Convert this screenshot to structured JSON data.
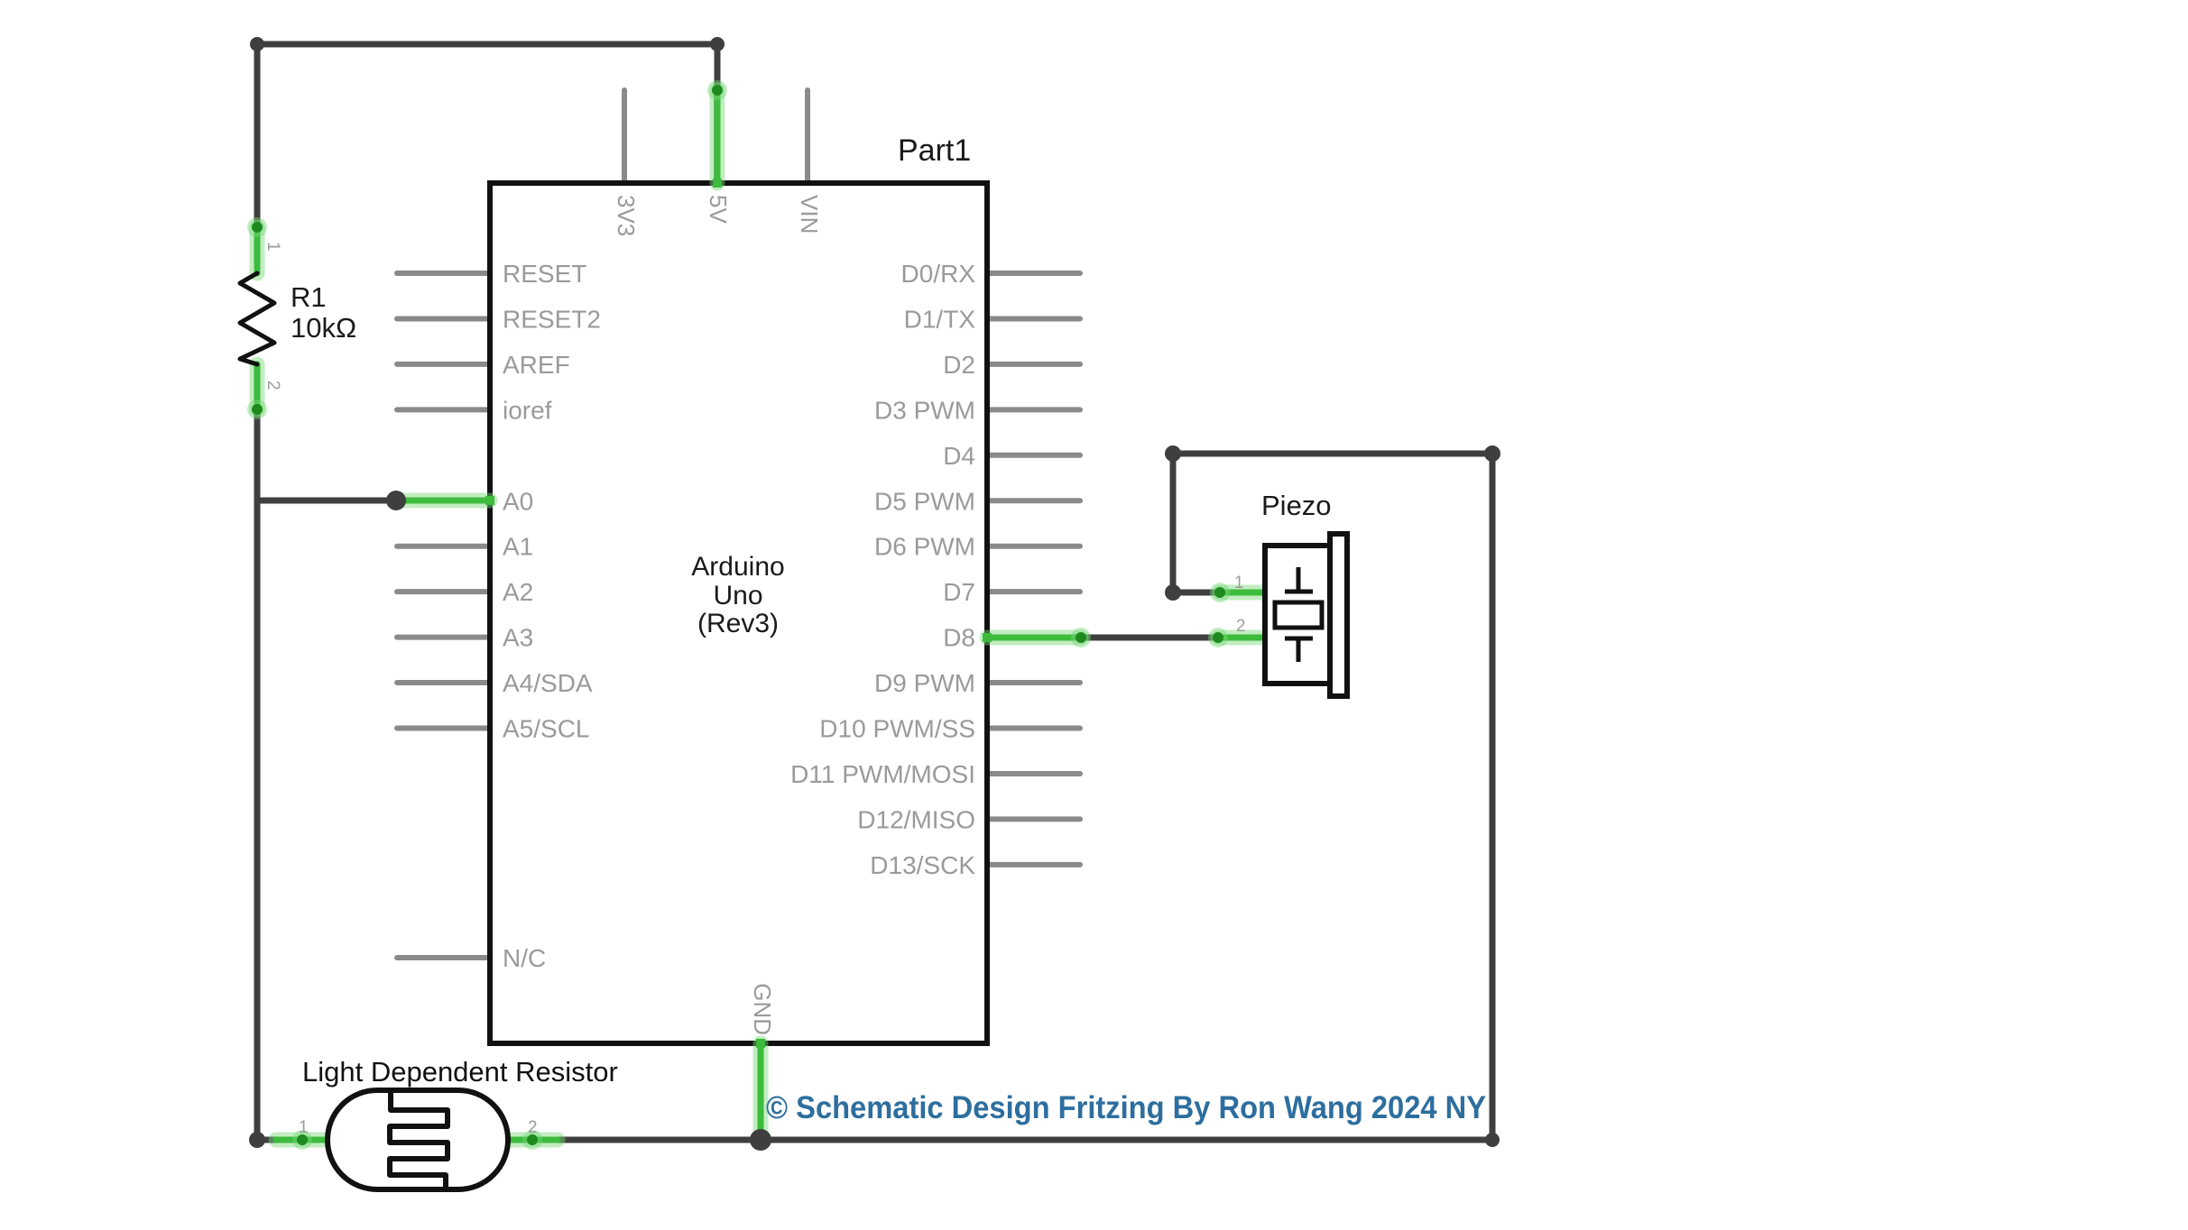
{
  "board": {
    "part_label": "Part1",
    "name_lines": [
      "Arduino",
      "Uno",
      "(Rev3)"
    ],
    "left_pins": [
      "RESET",
      "RESET2",
      "AREF",
      "ioref",
      "A0",
      "A1",
      "A2",
      "A3",
      "A4/SDA",
      "A5/SCL"
    ],
    "nc_pin": "N/C",
    "right_pins": [
      "D0/RX",
      "D1/TX",
      "D2",
      "D3 PWM",
      "D4",
      "D5 PWM",
      "D6 PWM",
      "D7",
      "D8",
      "D9 PWM",
      "D10 PWM/SS",
      "D11 PWM/MOSI",
      "D12/MISO",
      "D13/SCK"
    ],
    "top_pins": [
      "3V3",
      "5V",
      "VIN"
    ],
    "bottom_pins": [
      "GND"
    ]
  },
  "resistor": {
    "designator": "R1",
    "value": "10kΩ",
    "pin_labels": [
      "1",
      "2"
    ]
  },
  "ldr": {
    "label": "Light Dependent Resistor",
    "pin_labels": [
      "1",
      "2"
    ]
  },
  "piezo": {
    "label": "Piezo",
    "pin_labels": [
      "1",
      "2"
    ]
  },
  "footer": {
    "credit": "© Schematic Design Fritzing  By Ron Wang 2024 NY",
    "color": "#2d6e9e"
  },
  "colors": {
    "wire": "#3f3f3f",
    "pin": "#8a8a8a",
    "pin_label": "#9a9a9a",
    "highlight": "#3cbb3c",
    "highlight_glow": "rgba(120,216,120,0.45)",
    "highlight_dot": "#1e8a1e",
    "component_stroke": "#111111",
    "text": "#1a1a1a",
    "background": "#ffffff"
  }
}
